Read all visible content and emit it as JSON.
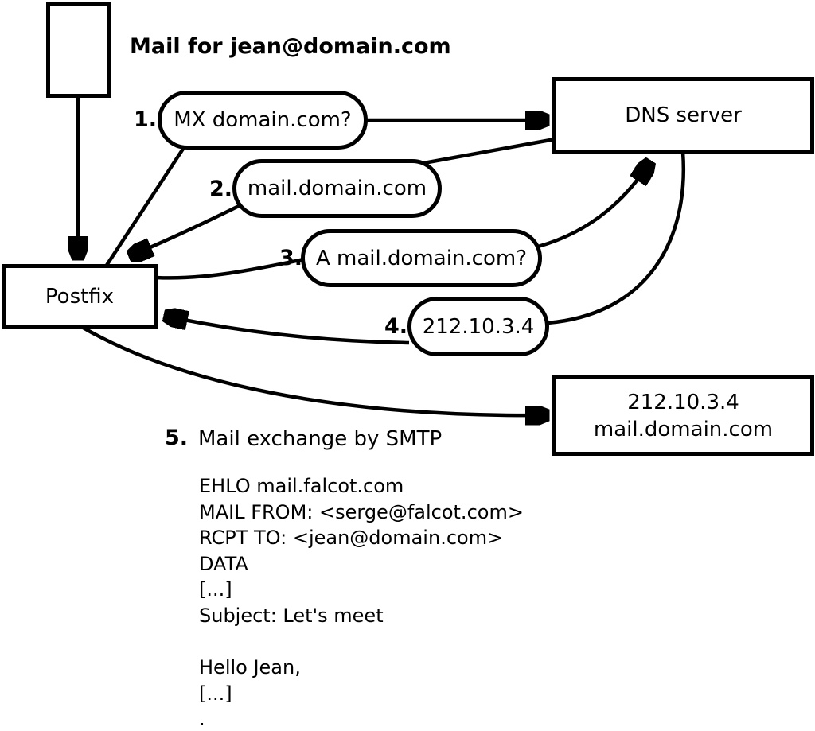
{
  "title": {
    "mail_for": "Mail for jean@domain.com"
  },
  "nodes": {
    "postfix": "Postfix",
    "dns_server": "DNS server",
    "mail_server": {
      "line1": "212.10.3.4",
      "line2": "mail.domain.com"
    }
  },
  "steps": [
    {
      "num": "1.",
      "label": "MX domain.com?"
    },
    {
      "num": "2.",
      "label": "mail.domain.com"
    },
    {
      "num": "3.",
      "label": "A mail.domain.com?"
    },
    {
      "num": "4.",
      "label": "212.10.3.4"
    },
    {
      "num": "5.",
      "label": "Mail exchange by SMTP"
    }
  ],
  "smtp_session": {
    "lines": [
      "EHLO mail.falcot.com",
      "MAIL FROM: <serge@falcot.com>",
      "RCPT TO: <jean@domain.com>",
      "DATA",
      "[...]",
      "Subject: Let's meet",
      "",
      "Hello Jean,",
      "[...]",
      "."
    ]
  },
  "colors": {
    "stroke": "#000000",
    "background": "#ffffff"
  }
}
